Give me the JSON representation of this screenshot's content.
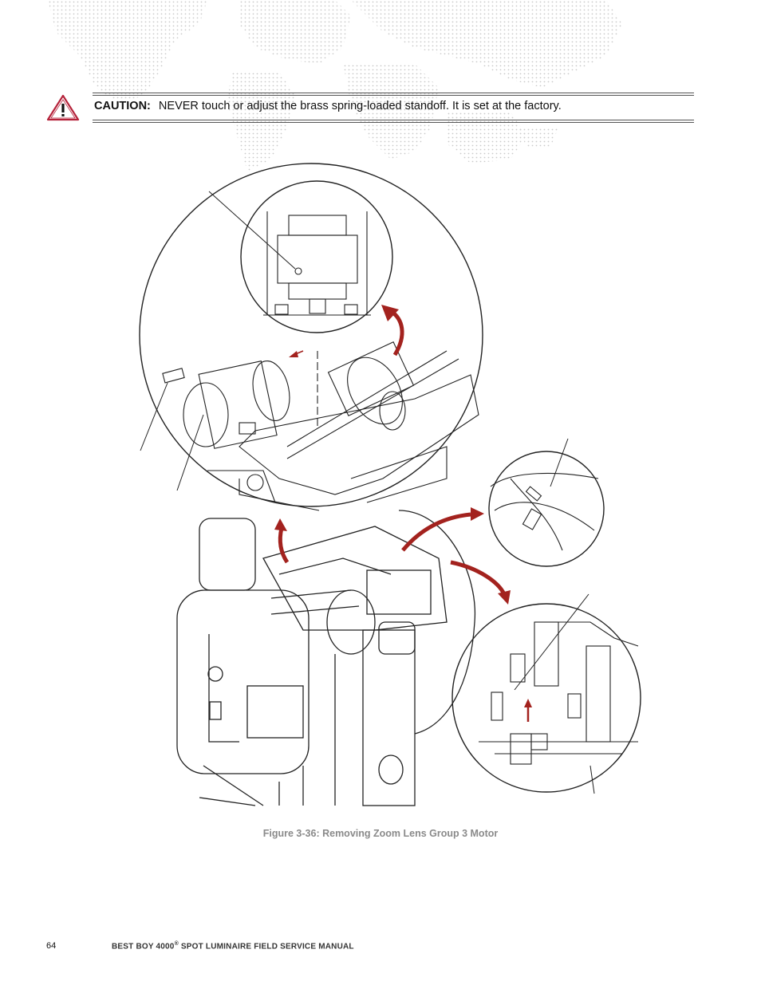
{
  "caution": {
    "label": "CAUTION:",
    "message": "NEVER touch or adjust the brass spring-loaded standoff. It is set at the factory.",
    "icon": "warning-triangle-icon",
    "icon_color": "#b5223a"
  },
  "figure": {
    "caption": "Figure 3-36:  Removing Zoom Lens Group 3 Motor",
    "arrow_color": "#a3221e"
  },
  "footer": {
    "page_number": "64",
    "manual_title_prefix": "BEST BOY 4000",
    "registered_mark": "®",
    "manual_title_suffix": " SPOT LUMINAIRE FIELD SERVICE MANUAL"
  }
}
